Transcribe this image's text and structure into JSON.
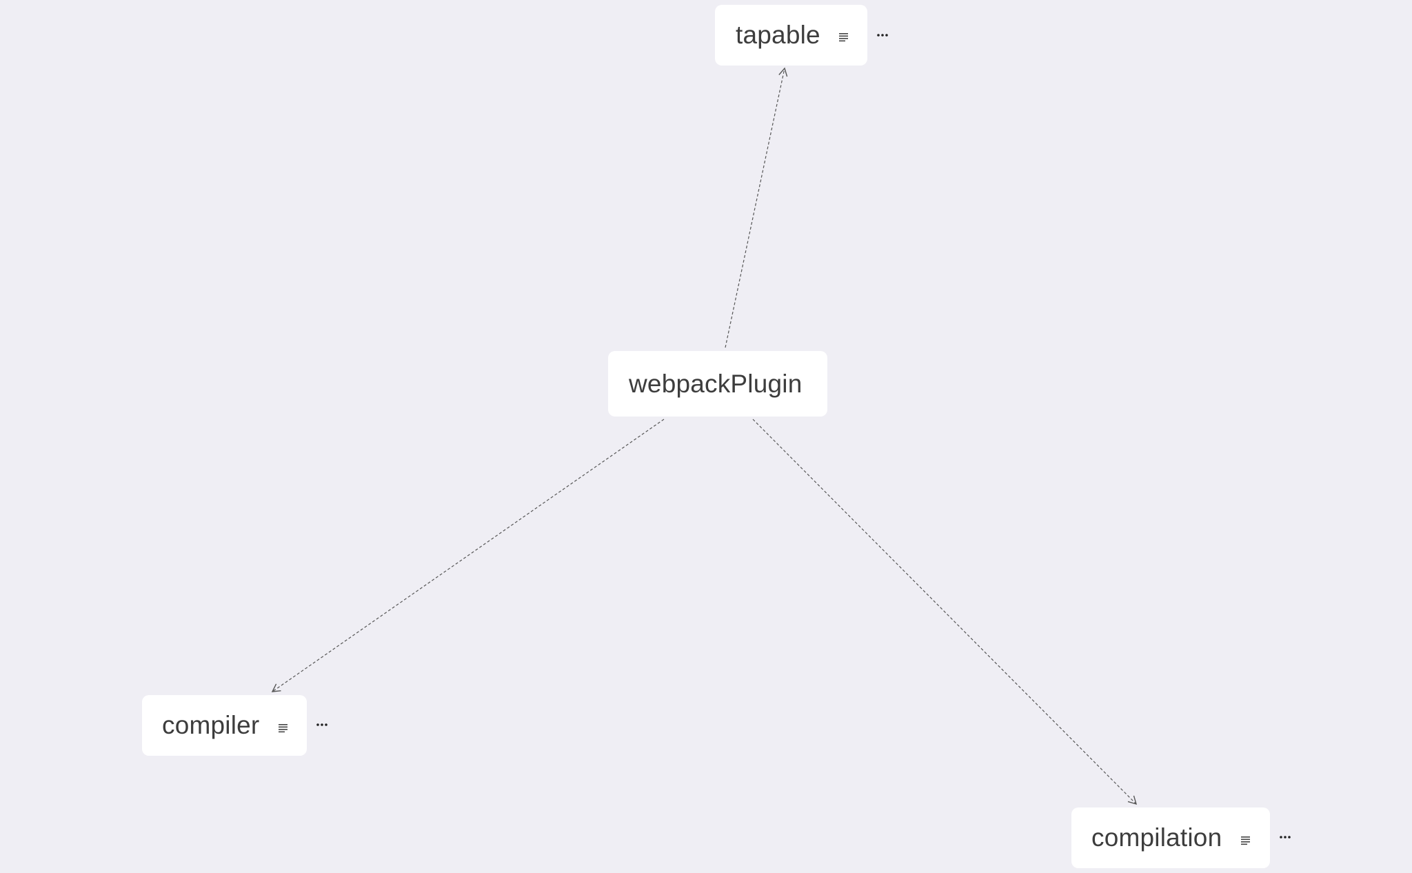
{
  "diagram": {
    "type": "mindmap",
    "background": "#efeef4",
    "node_fill": "#ffffff",
    "text_color": "#3d3d3d",
    "edge_color": "#555555",
    "edge_style": "dashed",
    "nodes": [
      {
        "id": "center",
        "label": "webpackPlugin",
        "has_note": false,
        "has_more": false
      },
      {
        "id": "tapable",
        "label": "tapable",
        "has_note": true,
        "has_more": true
      },
      {
        "id": "compiler",
        "label": "compiler",
        "has_note": true,
        "has_more": true
      },
      {
        "id": "compilation",
        "label": "compilation",
        "has_note": true,
        "has_more": true
      }
    ],
    "edges": [
      {
        "from": "center",
        "to": "tapable"
      },
      {
        "from": "center",
        "to": "compiler"
      },
      {
        "from": "center",
        "to": "compilation"
      }
    ],
    "icons": {
      "note": "note-lines-icon",
      "more": "ellipsis-icon"
    }
  }
}
